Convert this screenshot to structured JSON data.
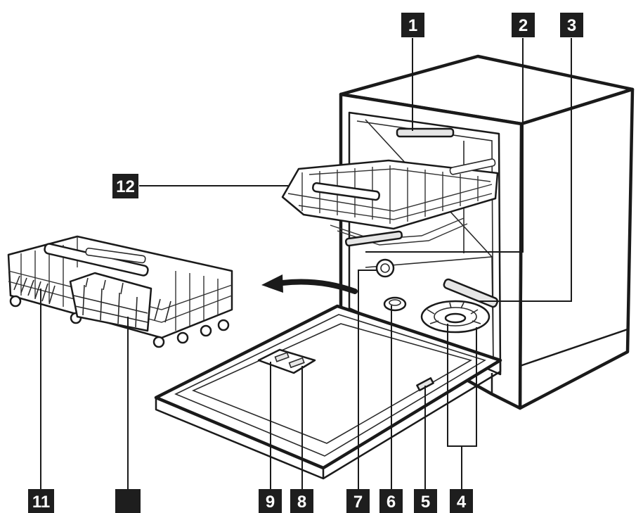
{
  "labels": [
    {
      "id": "1",
      "text": "1"
    },
    {
      "id": "2",
      "text": "2"
    },
    {
      "id": "3",
      "text": "3"
    },
    {
      "id": "4",
      "text": "4"
    },
    {
      "id": "5",
      "text": "5"
    },
    {
      "id": "6",
      "text": "6"
    },
    {
      "id": "7",
      "text": "7"
    },
    {
      "id": "8",
      "text": "8"
    },
    {
      "id": "9",
      "text": "9"
    },
    {
      "id": "10",
      "text": ""
    },
    {
      "id": "11",
      "text": "11"
    },
    {
      "id": "12",
      "text": "12"
    }
  ],
  "colors": {
    "label_fill": "#1e1e1e",
    "label_text": "#ffffff",
    "line": "#1a1a1a"
  }
}
